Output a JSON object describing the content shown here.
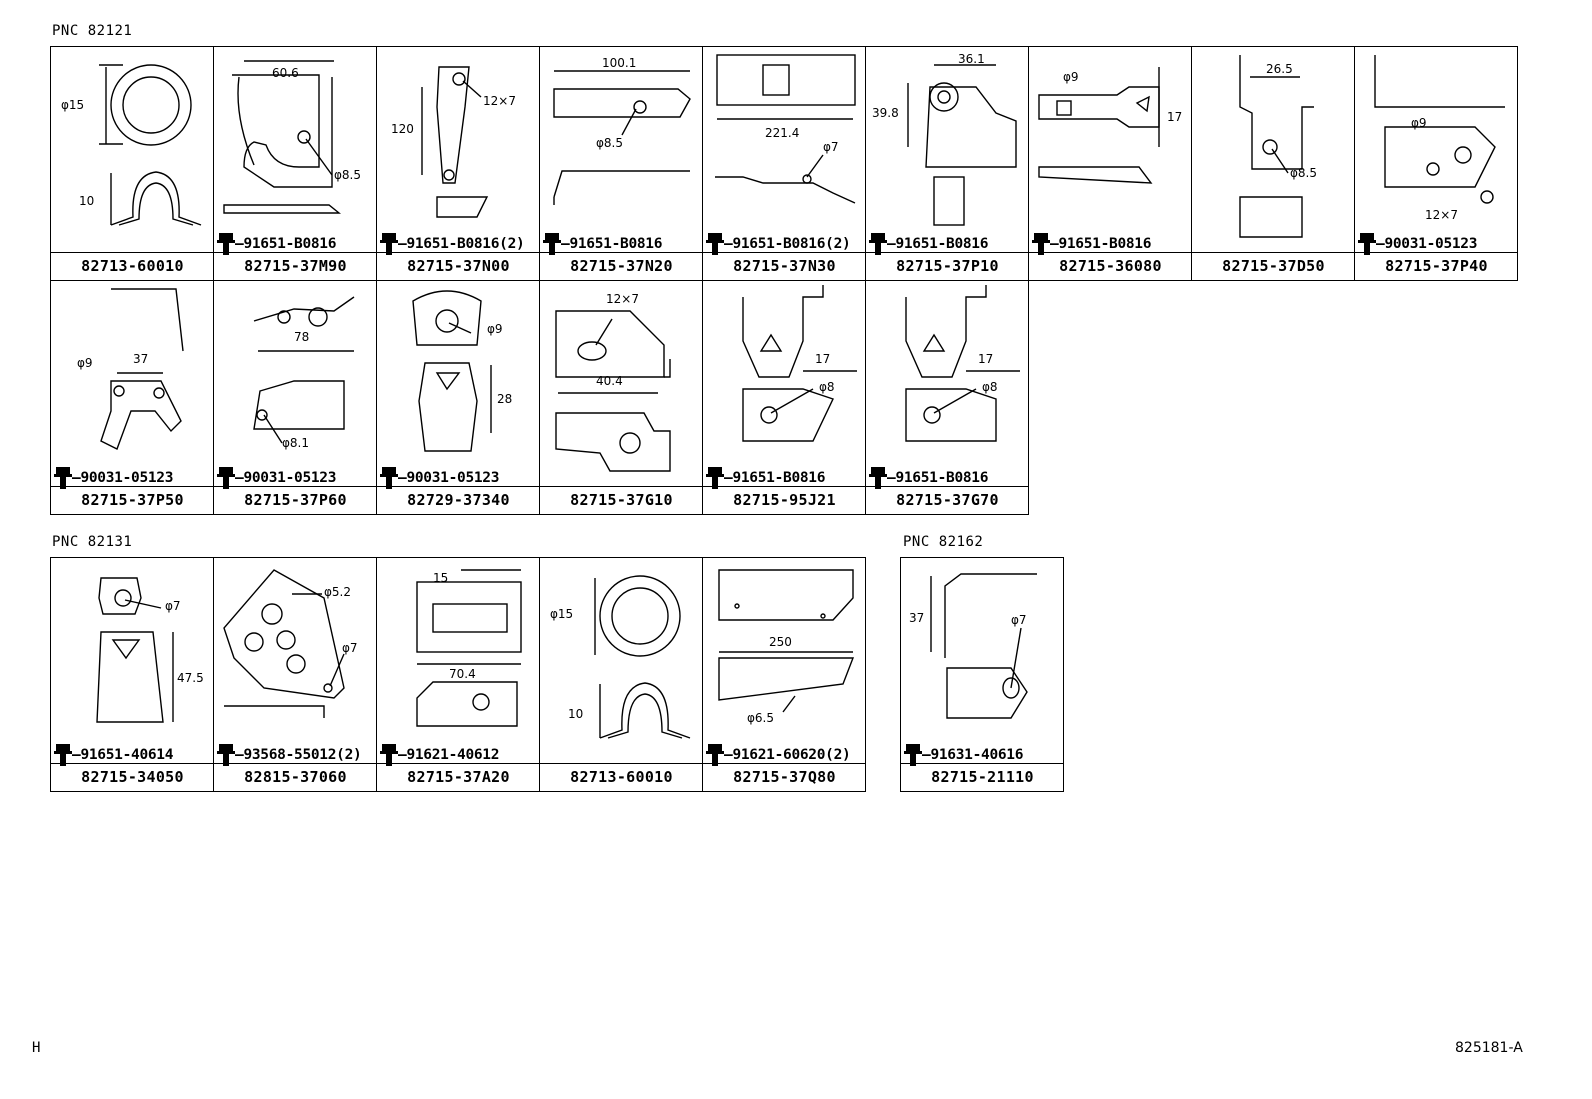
{
  "sections": [
    {
      "pnc": "PNC 82121",
      "rows": [
        [
          {
            "part": "82713-60010",
            "bolt": "",
            "dims": [
              "φ15",
              "10"
            ]
          },
          {
            "part": "82715-37M90",
            "bolt": "91651-B0816",
            "dims": [
              "60.6",
              "φ8.5"
            ]
          },
          {
            "part": "82715-37N00",
            "bolt": "91651-B0816(2)",
            "dims": [
              "120",
              "12×7"
            ]
          },
          {
            "part": "82715-37N20",
            "bolt": "91651-B0816",
            "dims": [
              "100.1",
              "φ8.5"
            ]
          },
          {
            "part": "82715-37N30",
            "bolt": "91651-B0816(2)",
            "dims": [
              "221.4",
              "φ7"
            ]
          },
          {
            "part": "82715-37P10",
            "bolt": "91651-B0816",
            "dims": [
              "36.1",
              "39.8"
            ]
          },
          {
            "part": "82715-36080",
            "bolt": "91651-B0816",
            "dims": [
              "φ9",
              "17"
            ]
          },
          {
            "part": "82715-37D50",
            "bolt": "",
            "dims": [
              "26.5",
              "φ8.5"
            ]
          },
          {
            "part": "82715-37P40",
            "bolt": "90031-05123",
            "dims": [
              "φ9",
              "12×7"
            ]
          }
        ],
        [
          {
            "part": "82715-37P50",
            "bolt": "90031-05123",
            "dims": [
              "φ9",
              "37"
            ]
          },
          {
            "part": "82715-37P60",
            "bolt": "90031-05123",
            "dims": [
              "78",
              "φ8.1"
            ]
          },
          {
            "part": "82729-37340",
            "bolt": "90031-05123",
            "dims": [
              "φ9",
              "28"
            ]
          },
          {
            "part": "82715-37G10",
            "bolt": "",
            "dims": [
              "12×7",
              "40.4"
            ]
          },
          {
            "part": "82715-95J21",
            "bolt": "91651-B0816",
            "dims": [
              "17",
              "φ8"
            ]
          },
          {
            "part": "82715-37G70",
            "bolt": "91651-B0816",
            "dims": [
              "17",
              "φ8"
            ]
          }
        ]
      ]
    },
    {
      "pnc": "PNC 82131",
      "rows": [
        [
          {
            "part": "82715-34050",
            "bolt": "91651-40614",
            "dims": [
              "φ7",
              "47.5"
            ]
          },
          {
            "part": "82815-37060",
            "bolt": "93568-55012(2)",
            "dims": [
              "φ5.2",
              "φ7"
            ]
          },
          {
            "part": "82715-37A20",
            "bolt": "91621-40612",
            "dims": [
              "15",
              "70.4"
            ]
          },
          {
            "part": "82713-60010",
            "bolt": "",
            "dims": [
              "φ15",
              "10"
            ]
          },
          {
            "part": "82715-37Q80",
            "bolt": "91621-60620(2)",
            "dims": [
              "250",
              "φ6.5"
            ]
          }
        ]
      ]
    },
    {
      "pnc": "PNC 82162",
      "rows": [
        [
          {
            "part": "82715-21110",
            "bolt": "91631-40616",
            "dims": [
              "37",
              "φ7"
            ]
          }
        ]
      ]
    }
  ],
  "footer": {
    "left": "H",
    "right": "825181-A"
  }
}
